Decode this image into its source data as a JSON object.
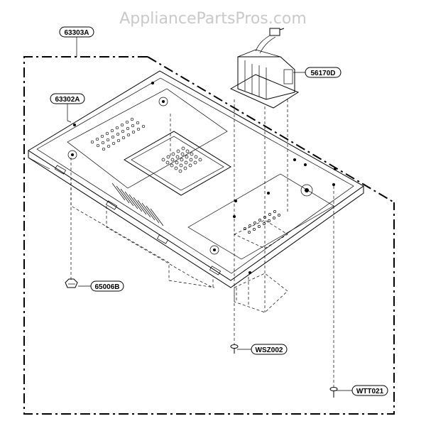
{
  "watermark": "AppliancePartsPros.com",
  "parts": {
    "outer_assembly": "63303A",
    "base_plate": "63302A",
    "transformer": "56170D",
    "foot": "65006B",
    "screw_short": "WSZ002",
    "screw_tapping": "WTT021"
  }
}
